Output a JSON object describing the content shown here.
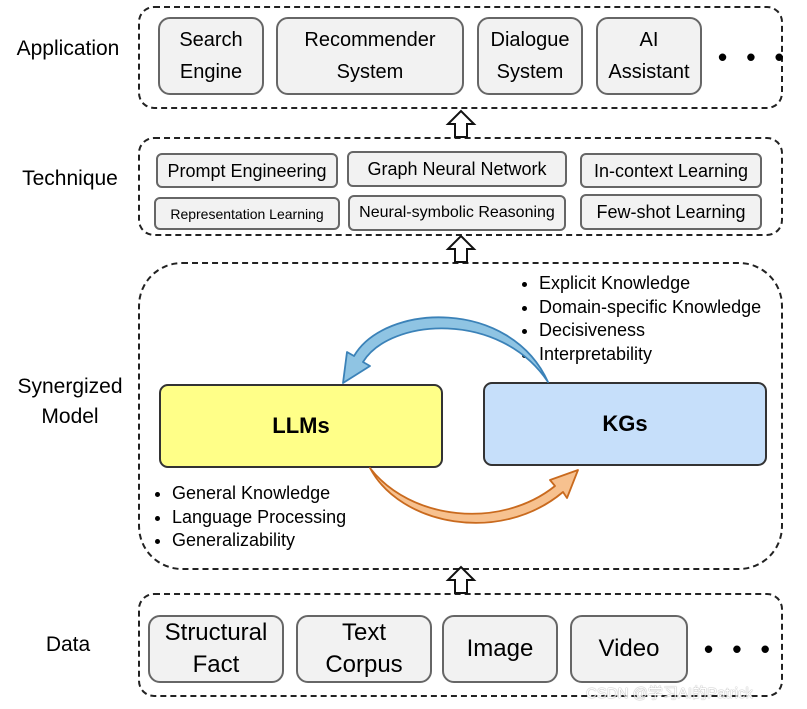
{
  "layers": {
    "application": "Application",
    "technique": "Technique",
    "model": "Synergized\nModel",
    "data": "Data"
  },
  "application_items": [
    "Search\nEngine",
    "Recommender\nSystem",
    "Dialogue\nSystem",
    "AI\nAssistant"
  ],
  "technique_items": [
    "Prompt Engineering",
    "Graph Neural Network",
    "In-context Learning",
    "Representation Learning",
    "Neural-symbolic Reasoning",
    "Few-shot Learning"
  ],
  "data_items": [
    "Structural\nFact",
    "Text\nCorpus",
    "Image",
    "Video"
  ],
  "ellipsis": "• • •",
  "llms": {
    "label": "LLMs",
    "color": "#ffff88",
    "features": [
      "General Knowledge",
      "Language Processing",
      "Generalizability"
    ]
  },
  "kgs": {
    "label": "KGs",
    "color": "#c6dffa",
    "features": [
      "Explicit Knowledge",
      "Domain-specific Knowledge",
      "Decisiveness",
      "Interpretability"
    ]
  },
  "arrow_colors": {
    "kg_to_llm": "#8fc4e3",
    "llm_to_kg": "#f7c18f"
  },
  "watermark": "CSDN @学习AI的Patrick"
}
